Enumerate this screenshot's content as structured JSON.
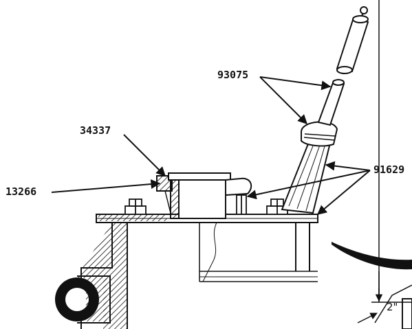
{
  "callouts": {
    "part_93075": "93075",
    "part_34337": "34337",
    "part_13266": "13266",
    "part_91629": "91629"
  },
  "dimension": {
    "label": "2\""
  }
}
